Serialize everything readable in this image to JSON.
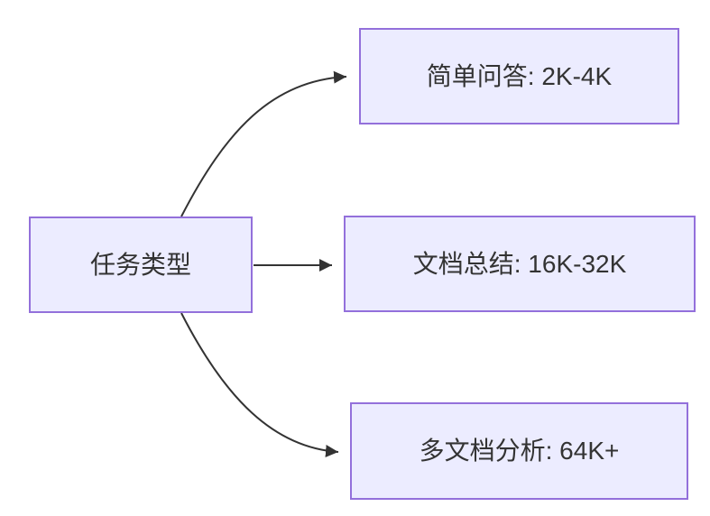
{
  "diagram": {
    "type": "flowchart-left-to-right",
    "nodes": {
      "root": {
        "id": "task-type",
        "label": "任务类型"
      },
      "branches": [
        {
          "id": "simple-qa",
          "label": "简单问答: 2K-4K"
        },
        {
          "id": "doc-summary",
          "label": "文档总结: 16K-32K"
        },
        {
          "id": "multi-doc",
          "label": "多文档分析: 64K+"
        }
      ]
    },
    "edges": [
      {
        "from": "task-type",
        "to": "simple-qa"
      },
      {
        "from": "task-type",
        "to": "doc-summary"
      },
      {
        "from": "task-type",
        "to": "multi-doc"
      }
    ],
    "colors": {
      "node_fill": "#ECECFF",
      "node_border": "#9370DB",
      "edge_line": "#333333",
      "text": "#333333",
      "background": "#FFFFFF"
    }
  }
}
